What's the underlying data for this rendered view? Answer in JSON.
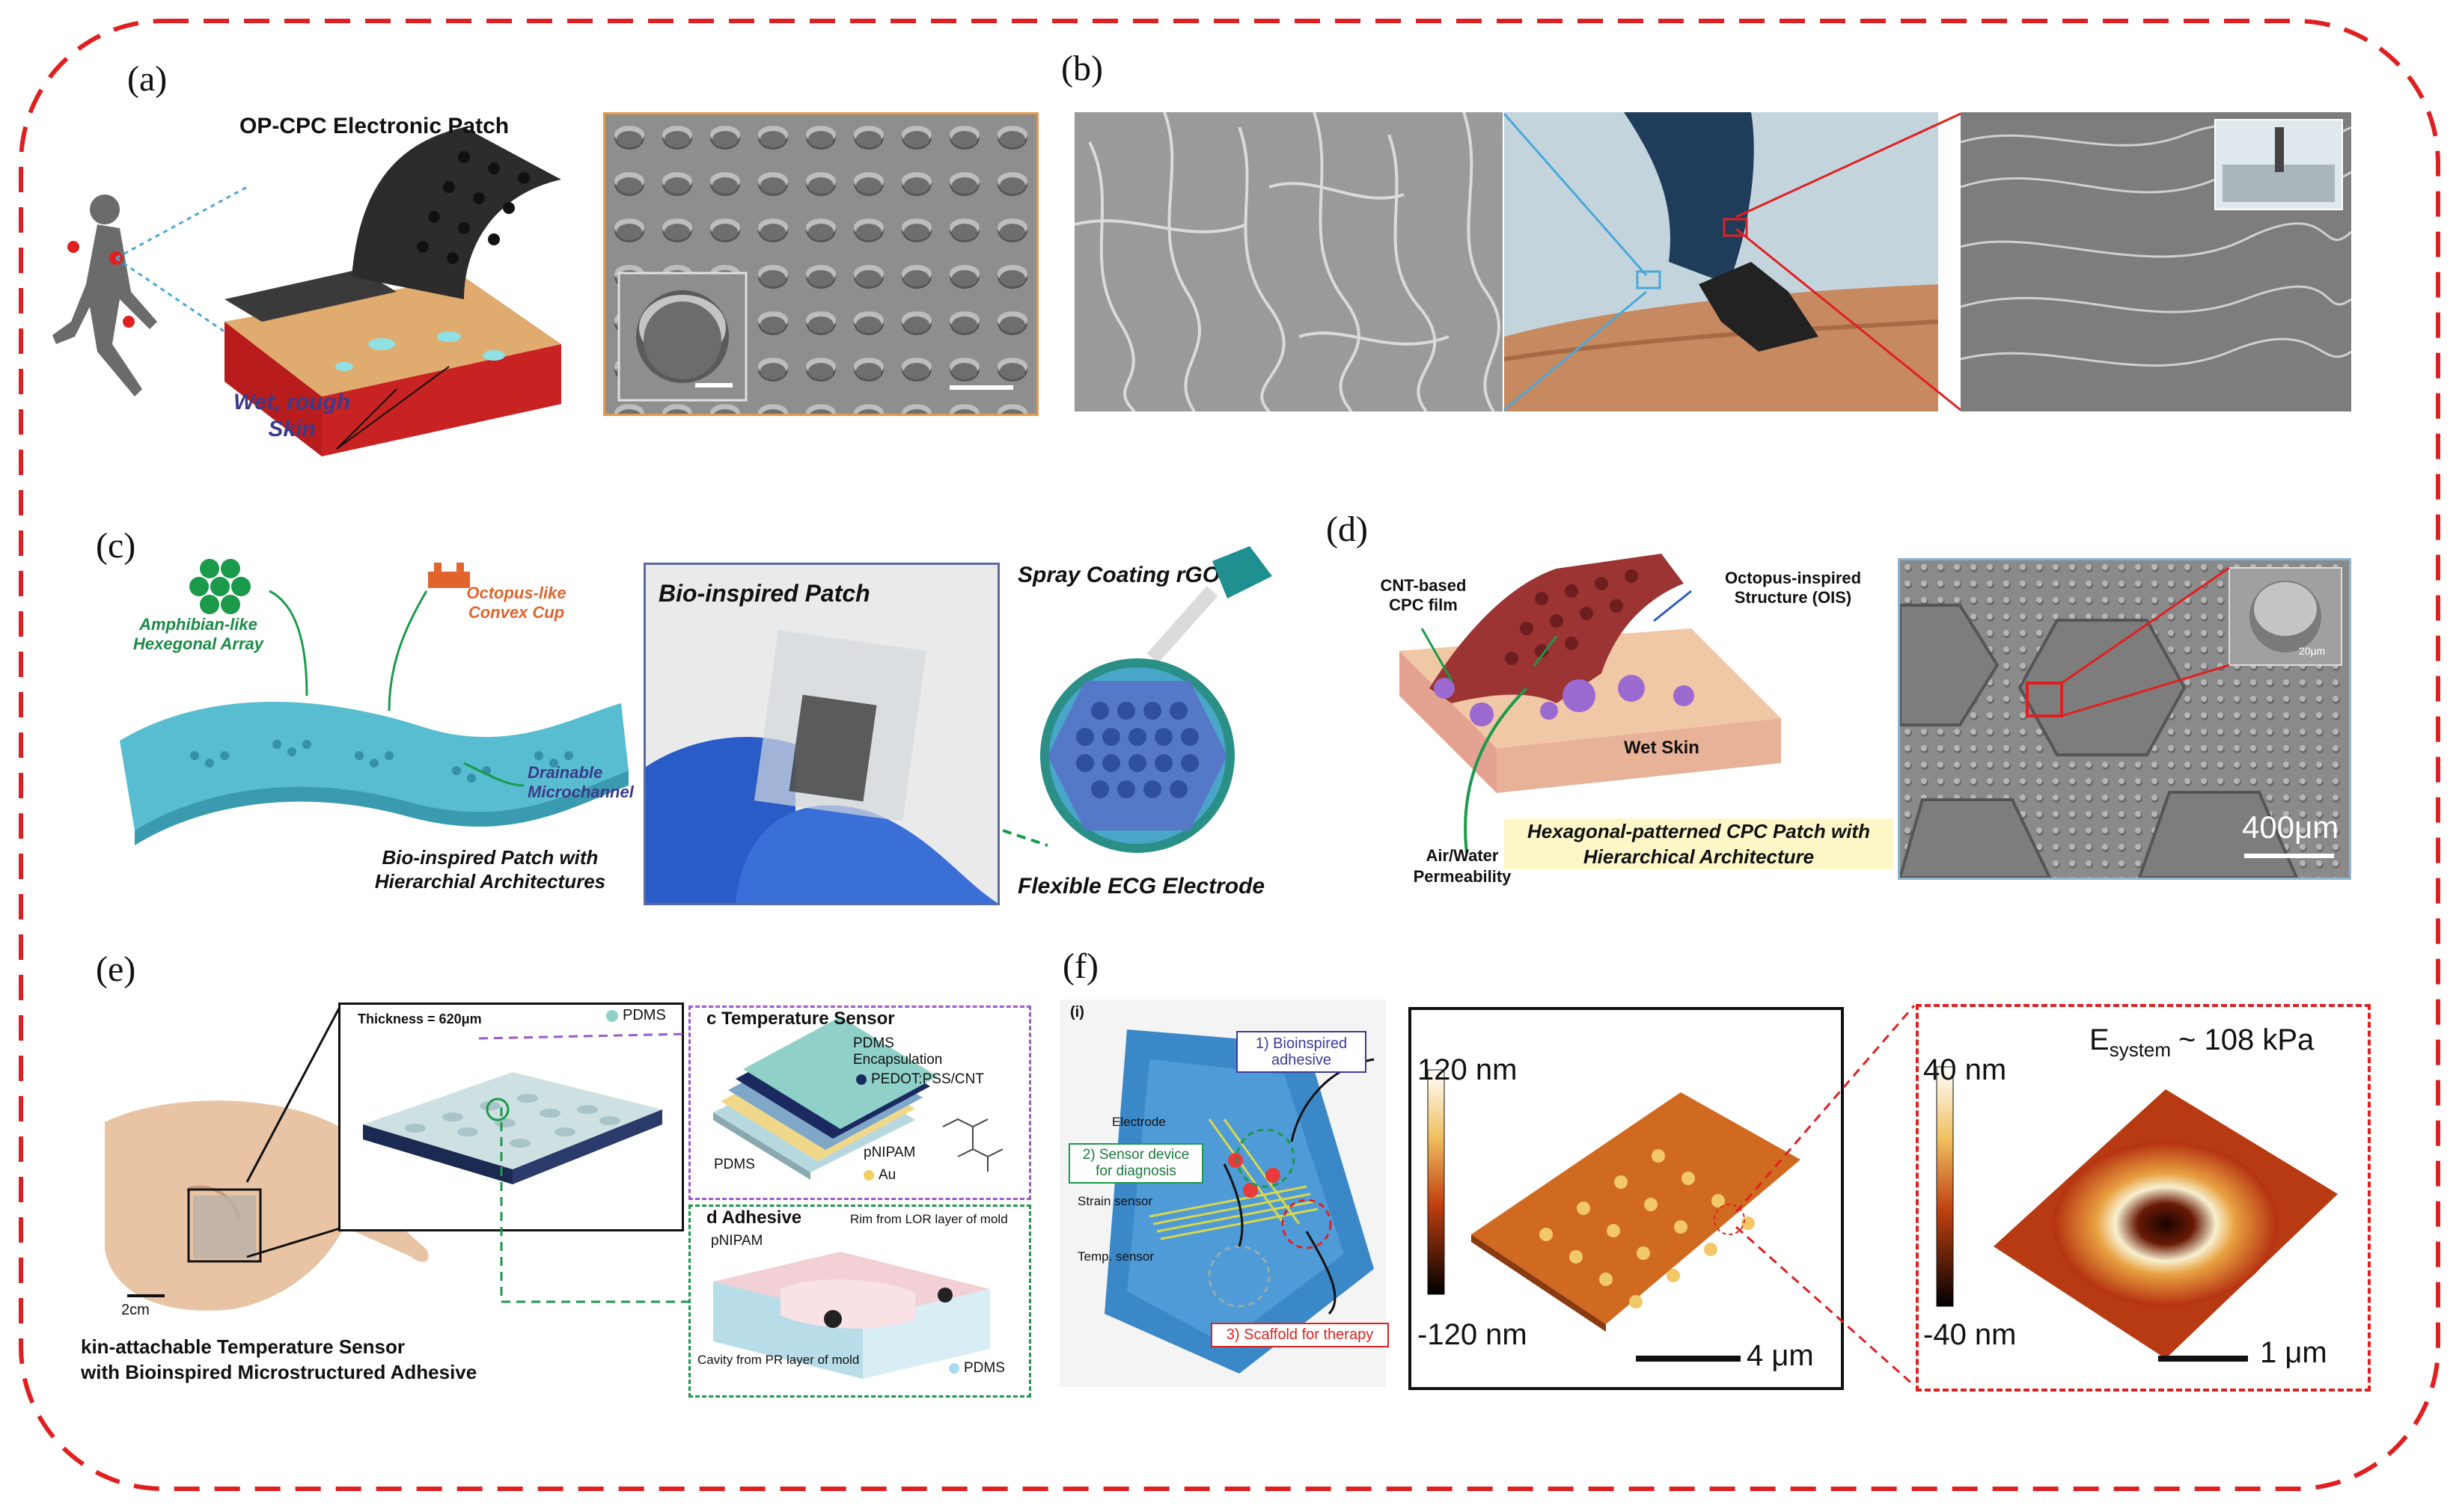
{
  "colors": {
    "frame": "#e02020",
    "sem_bg": "#9a9a9a",
    "skin": "#e8b58f",
    "blue_patch": "#56b8c8",
    "green": "#1c8a4a",
    "cpc": "#a03636",
    "afm_light": "#f6e7b8",
    "afm_dark": "#7a1f07"
  },
  "panels": {
    "a": {
      "label": "(a)",
      "patch_title": "OP-CPC Electronic Patch",
      "skin_label": "Wet, rough Skin"
    },
    "b": {
      "label": "(b)"
    },
    "c": {
      "label": "(c)",
      "amphibian": "Amphibian-like Hexegonal Array",
      "octopus": "Octopus-like Convex Cup",
      "drainable": "Drainable Microchannel",
      "patch_caption": "Bio-inspired Patch with Hierarchial Architectures",
      "photo_title": "Bio-inspired Patch",
      "spray": "Spray Coating rGO",
      "ecg": "Flexible ECG Electrode"
    },
    "d": {
      "label": "(d)",
      "cnt_film": "CNT-based CPC film",
      "octopus_struct": "Octopus-inspired Structure (OIS)",
      "wet_skin": "Wet Skin",
      "caption": "Hexagonal-patterned CPC Patch with Hierarchical Architecture",
      "air_water": "Air/Water Permeability",
      "scale_small": "20μm",
      "scale": "400μm"
    },
    "e": {
      "label": "(e)",
      "thickness": "Thickness = 620μm",
      "pdms": "PDMS",
      "temp_title": "c  Temperature Sensor",
      "pdms_encap": "PDMS Encapsulation",
      "pedot": "PEDOT:PSS/CNT",
      "pdms2": "PDMS",
      "au": "Au",
      "pnipam": "pNIPAM",
      "adhesive_title": "d  Adhesive",
      "rim": "Rim from LOR layer of mold",
      "pnipam2": "pNIPAM",
      "cavity": "Cavity from PR layer of mold",
      "pdms3": "PDMS",
      "scale": "2cm",
      "caption_1": "kin-attachable Temperature Sensor",
      "caption_2": "with Bioinspired Microstructured Adhesive"
    },
    "f": {
      "label": "(f)",
      "roman": "(i)",
      "bioinspired": "1) Bioinspired adhesive",
      "electrode": "Electrode",
      "sensor_device": "2) Sensor device for diagnosis",
      "strain": "Strain sensor",
      "temp": "Temp. sensor",
      "scaffold": "3) Scaffold for therapy",
      "cbar1_top": "120 nm",
      "cbar1_bot": "-120 nm",
      "scale1": "4 μm",
      "esystem": "E",
      "esystem_sub": "system",
      "esystem_val": "~ 108 kPa",
      "cbar2_top": "40 nm",
      "cbar2_bot": "-40 nm",
      "scale2": "1 μm"
    }
  }
}
